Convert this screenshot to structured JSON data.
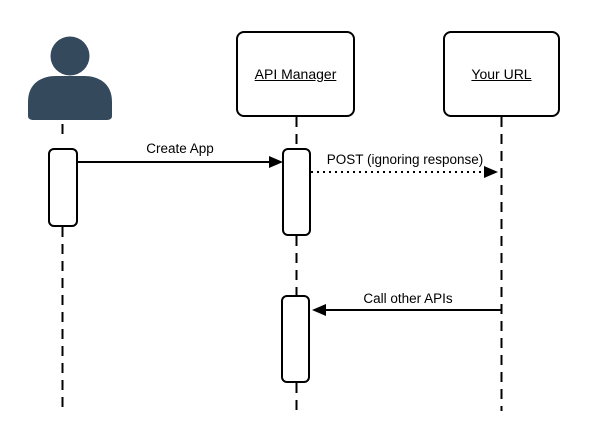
{
  "diagram": {
    "type": "sequence-diagram",
    "background": "#FFFFFF",
    "colors": {
      "line": "#000000",
      "node_border": "#000000",
      "node_fill": "#FFFFFF",
      "text": "#000000",
      "person_icon": "#35495C"
    },
    "actors": [
      {
        "id": "user",
        "icon": "person-icon"
      },
      {
        "id": "api-manager",
        "label": "API Manager"
      },
      {
        "id": "your-url",
        "label": "Your URL"
      }
    ],
    "messages": [
      {
        "label": "Create App",
        "from": "user",
        "to": "api-manager",
        "line_style": "solid"
      },
      {
        "label": "POST (ignoring response)",
        "from": "api-manager",
        "to": "your-url",
        "line_style": "dotted"
      },
      {
        "label": "Call other APIs",
        "from": "your-url",
        "to": "api-manager",
        "line_style": "solid"
      }
    ]
  }
}
